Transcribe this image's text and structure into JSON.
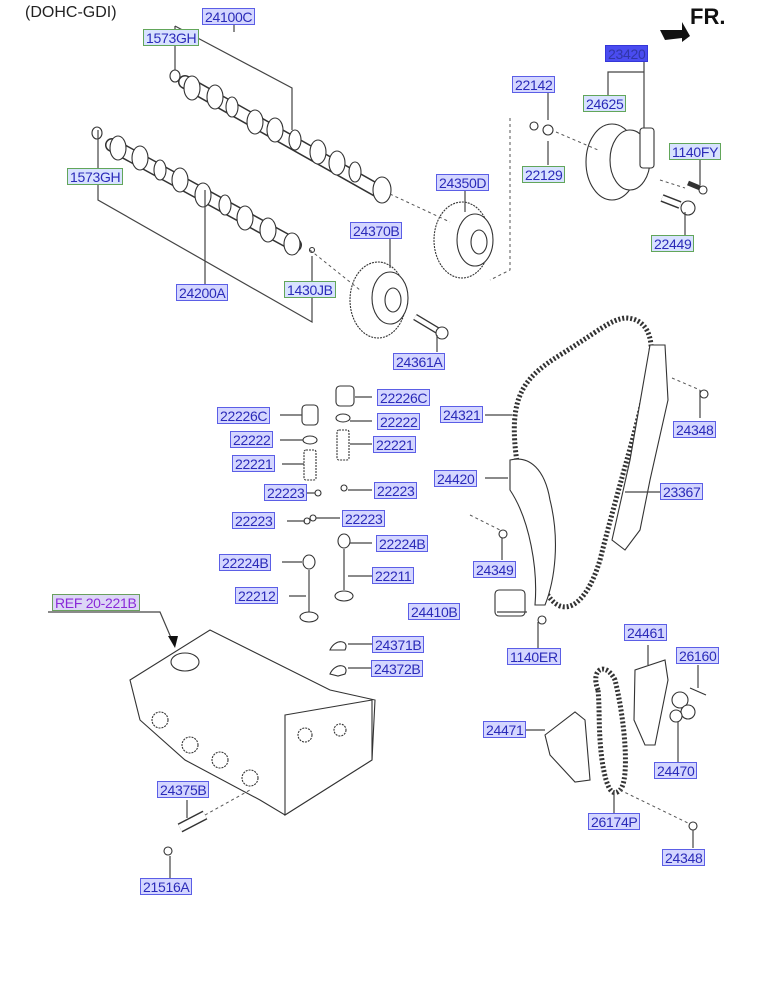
{
  "diagram": {
    "caption": "(DOHC-GDI)",
    "direction_label": "FR.",
    "reference_label": "REF 20-221B",
    "labels": {
      "camshaft_assy_top": "24100C",
      "plug_top": "1573GH",
      "plug_bottom": "1573GH",
      "camshaft_exhaust": "24200A",
      "pin": "1430JB",
      "cam_sprocket_exhaust": "24370B",
      "cam_sprocket_intake": "24350D",
      "sprocket_bolt": "24361A",
      "vacuum_pump_assy": "23420",
      "vacuum_pump": "24625",
      "seal_a": "22142",
      "seal_b": "22129",
      "bolt_1140fy": "1140FY",
      "bolt_22449": "22449",
      "tappet_left": "22226C",
      "tappet_right": "22226C",
      "retainer_left": "22222",
      "retainer_right": "22222",
      "spring_left": "22221",
      "spring_right": "22221",
      "cotter_1l": "22223",
      "cotter_1r": "22223",
      "cotter_2l": "22223",
      "cotter_2r": "22223",
      "stem_seal_left": "22224B",
      "stem_seal_right": "22224B",
      "valve_exhaust": "22212",
      "valve_intake": "22211",
      "timing_chain": "24321",
      "chain_guide_bolt_top": "24348",
      "chain_guide": "23367",
      "tensioner_arm": "24420",
      "tensioner_arm_bolt": "24349",
      "tensioner": "24410B",
      "tensioner_bolt": "1140ER",
      "bearing_cap_a": "24371B",
      "bearing_cap_b": "24372B",
      "ocv": "24375B",
      "ocv_bolt": "21516A",
      "oil_pump_guide": "24461",
      "oil_pump_bolt": "26160",
      "oil_pump_chain_guide": "24471",
      "oil_pump_tensioner": "24470",
      "oil_pump_chain": "26174P",
      "chain_guide_bolt_bottom": "24348"
    }
  }
}
